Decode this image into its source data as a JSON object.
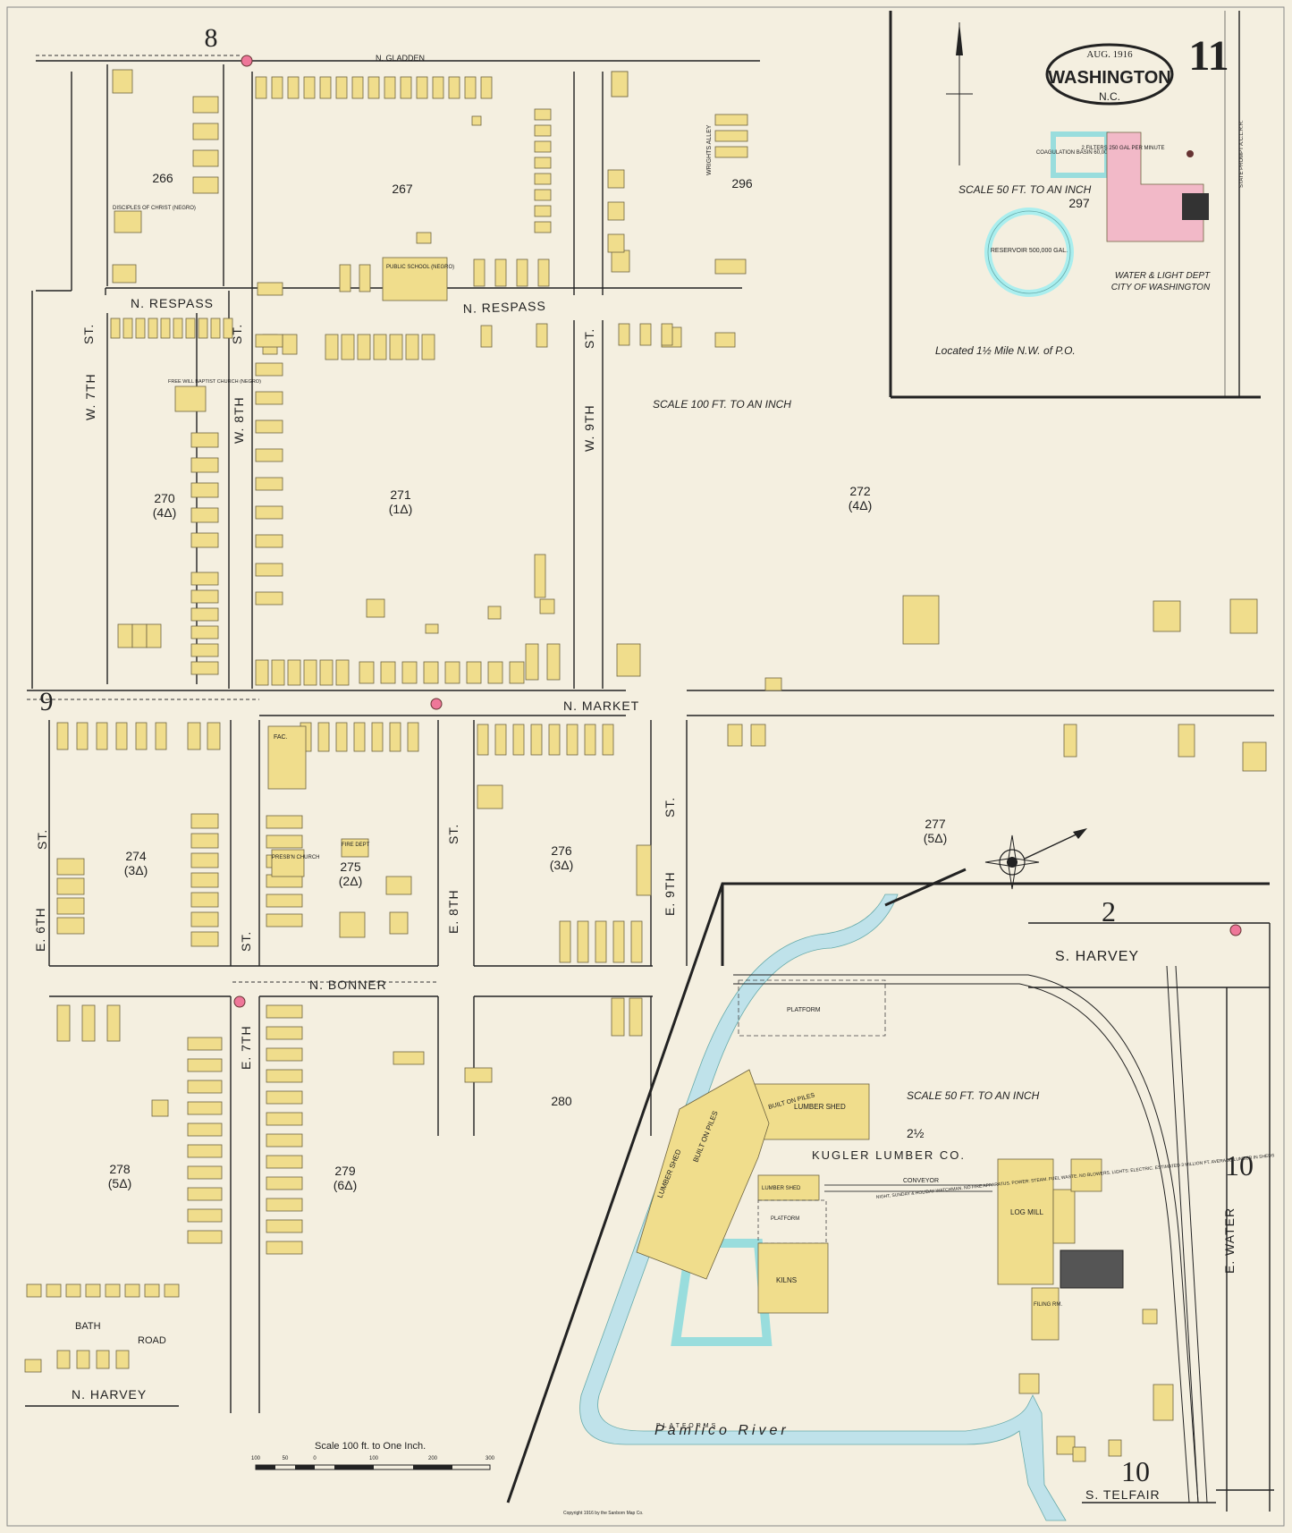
{
  "sheet": {
    "number": "11",
    "date": "AUG. 1916",
    "city": "WASHINGTON",
    "state": "N.C.",
    "copyright": "Copyright 1916 by the Sanborn Map Co."
  },
  "streets": {
    "n_gladden": "N. GLADDEN",
    "n_respass_1": "N. RESPASS",
    "n_respass_2": "N. RESPASS",
    "n_market": "N. MARKET",
    "n_bonner": "N. BONNER",
    "n_harvey": "N. HARVEY",
    "bath_road_1": "BATH",
    "bath_road_2": "ROAD",
    "s_harvey": "S. HARVEY",
    "s_telfair": "S. TELFAIR",
    "w_7th": "W. 7TH",
    "w_7th_st": "ST.",
    "w_8th": "W. 8TH",
    "w_8th_st": "ST.",
    "w_9th": "W. 9TH",
    "w_9th_st": "ST.",
    "e_6th": "E. 6TH",
    "e_6th_st": "ST.",
    "e_7th": "E. 7TH",
    "e_7th_st": "ST.",
    "e_8th": "E. 8TH",
    "e_8th_st": "ST.",
    "e_9th": "E. 9TH",
    "e_9th_st": "ST.",
    "e_water": "E. WATER",
    "wrights_alley": "WRIGHTS ALLEY"
  },
  "blocks": [
    {
      "num": "266"
    },
    {
      "num": "267"
    },
    {
      "num": "296"
    },
    {
      "num": "270",
      "sub": "(4Δ)"
    },
    {
      "num": "271",
      "sub": "(1Δ)"
    },
    {
      "num": "272",
      "sub": "(4Δ)"
    },
    {
      "num": "274",
      "sub": "(3Δ)"
    },
    {
      "num": "275",
      "sub": "(2Δ)"
    },
    {
      "num": "276",
      "sub": "(3Δ)"
    },
    {
      "num": "277",
      "sub": "(5Δ)"
    },
    {
      "num": "278",
      "sub": "(5Δ)"
    },
    {
      "num": "279",
      "sub": "(6Δ)"
    },
    {
      "num": "280"
    },
    {
      "num": "2½"
    },
    {
      "num": "297"
    }
  ],
  "adjoining_sheets": {
    "s8": "8",
    "s9": "9",
    "s2": "2",
    "s10a": "10",
    "s10b": "10"
  },
  "labels": {
    "disciples_church": "DISCIPLES OF CHRIST (NEGRO)",
    "free_will_baptist": "FREE WILL BAPTIST CHURCH (NEGRO)",
    "public_school": "PUBLIC SCHOOL (NEGRO)",
    "fire_dept": "FIRE DEPT",
    "presb_church": "PRESB'N CHURCH",
    "fac": "FAC.",
    "kugler": "KUGLER LUMBER CO.",
    "lumber_shed_1": "LUMBER SHED",
    "lumber_shed_2": "LUMBER SHED",
    "lumber_shed_3": "LUMBER SHED",
    "platform_1": "PLATFORM",
    "platform_2": "PLATFORM",
    "platforms": "PLATFORMS",
    "conveyor": "CONVEYOR",
    "kilns": "KILNS",
    "log_mill": "LOG MILL",
    "filing_rm": "FILING RM.",
    "built_on_piles_1": "BUILT ON PILES",
    "built_on_piles_2": "BUILT ON PILES",
    "river": "Pamlico   River",
    "reservoir": "RESERVOIR 500,000 GAL.",
    "coagulation": "COAGULATION BASIN 60,000 GAL.",
    "filters": "2 FILTERS 250 GAL PER MINUTE",
    "water_light": "WATER & LIGHT DEPT",
    "city_washington": "CITY OF WASHINGTON",
    "located": "Located 1½ Mile N.W. of P.O.",
    "scale_50_top": "SCALE 50 FT. TO AN INCH",
    "scale_100": "SCALE 100 FT. TO AN INCH",
    "scale_50_bottom": "SCALE 50 FT. TO AN INCH",
    "scale_bar_title": "Scale 100 ft. to One Inch.",
    "kugler_notes": "NIGHT, SUNDAY & HOLIDAY WATCHMAN. NO FIRE APPARATUS. POWER: STEAM. FUEL WASTE. NO BLOWERS. LIGHTS: ELECTRIC. ESTIMATED 3 MILLION FT. AVERAGE LUMBER IN SHEDS"
  },
  "scale_bar_ticks": [
    "100",
    "50",
    "0",
    "100",
    "200",
    "300"
  ]
}
